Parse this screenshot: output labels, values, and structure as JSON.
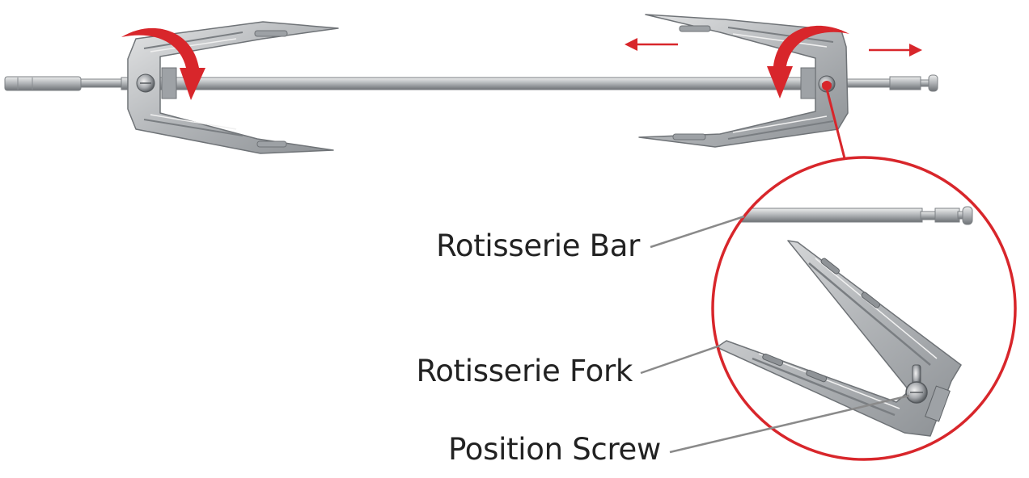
{
  "callouts": {
    "rotisserie_bar": "Rotisserie Bar",
    "rotisserie_fork": "Rotisserie Fork",
    "position_screw": "Position Screw"
  },
  "colors": {
    "accent_red": "#d8262b",
    "metal": "#b9bcbf",
    "metal_dark": "#7f8387",
    "leader_gray": "#8a8a8a"
  },
  "icons": [
    "rotation-arrow-icon",
    "slide-arrow-icon"
  ]
}
